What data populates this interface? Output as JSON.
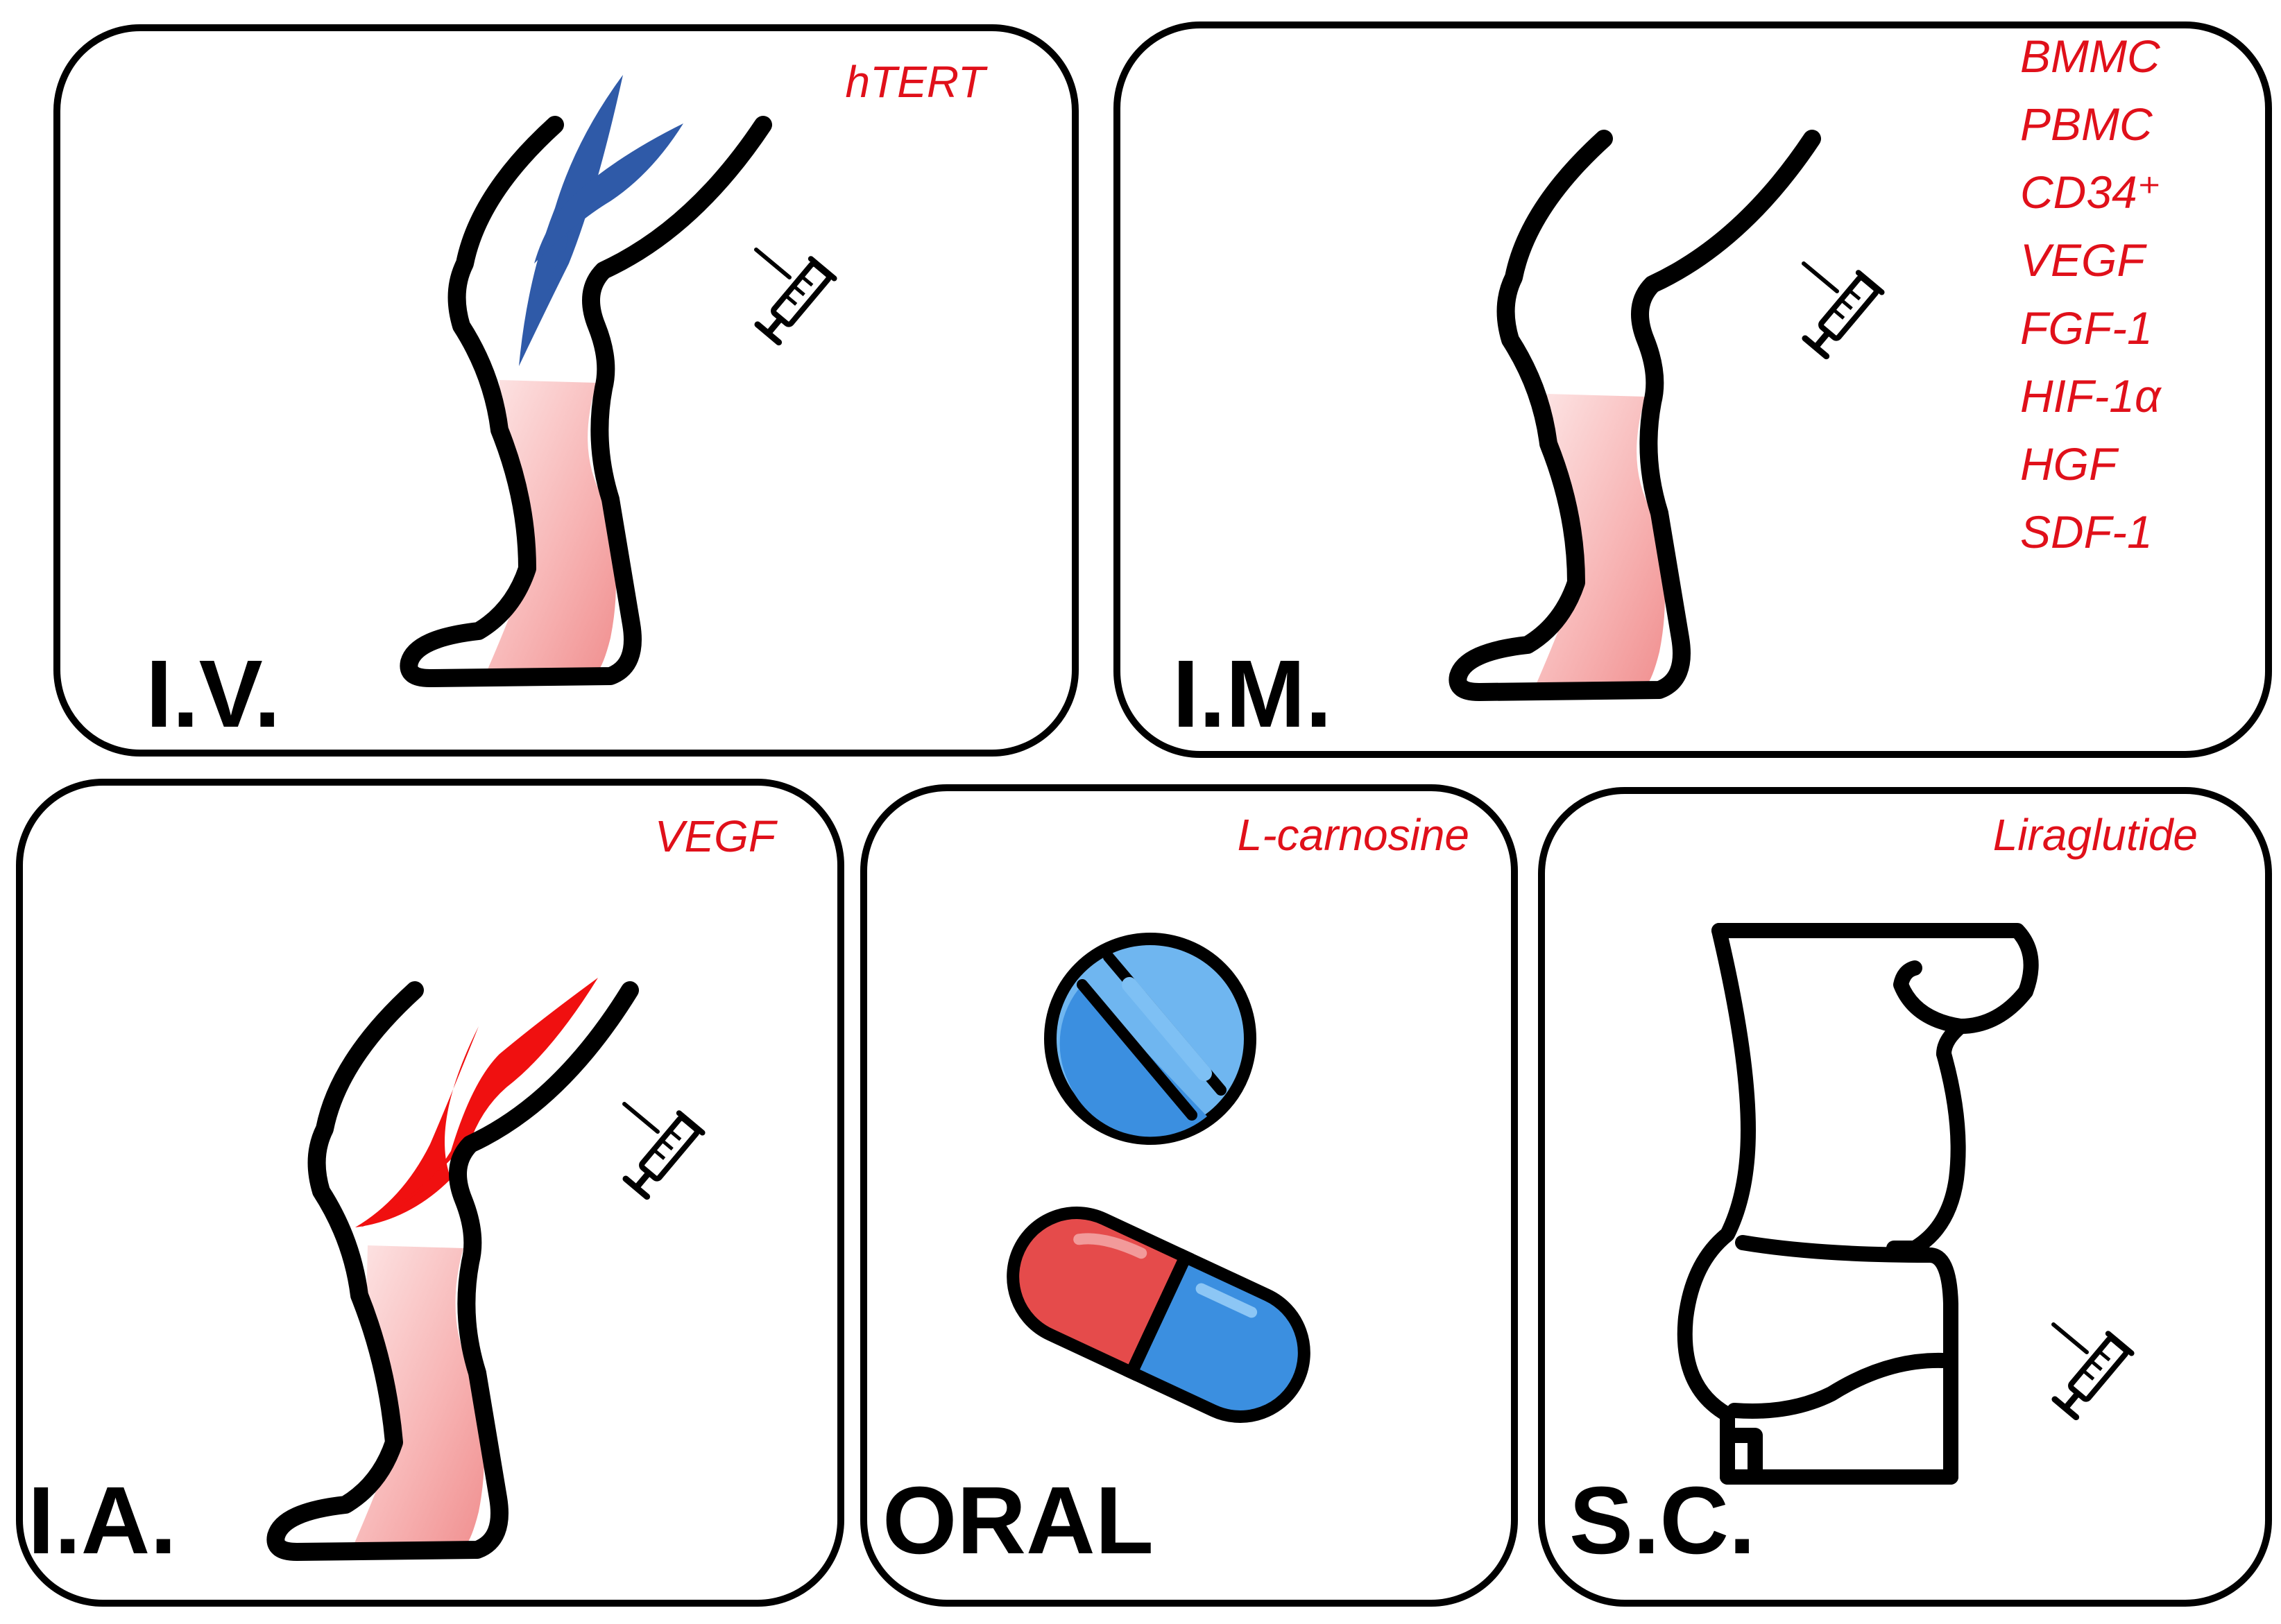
{
  "panels": [
    {
      "id": "iv",
      "route_label": "I.V.",
      "agents": [
        "hTERT"
      ]
    },
    {
      "id": "im",
      "route_label": "I.M.",
      "agents": [
        "BMMC",
        "PBMC",
        "CD34⁺",
        "VEGF",
        "FGF-1",
        "HIF-1α",
        "HGF",
        "SDF-1"
      ]
    },
    {
      "id": "ia",
      "route_label": "I.A.",
      "agents": [
        "VEGF"
      ]
    },
    {
      "id": "oral",
      "route_label": "ORAL",
      "agents": [
        "L-carnosine"
      ]
    },
    {
      "id": "sc",
      "route_label": "S.C.",
      "agents": [
        "Liraglutide"
      ]
    }
  ],
  "icons": {
    "syringe": "syringe-icon",
    "leg": "leg-outline-icon",
    "pill": "pill-tablet-icon",
    "capsule": "capsule-icon",
    "torso": "abdomen-torso-icon",
    "vein": "vein-icon",
    "artery": "artery-icon"
  },
  "colors": {
    "agent_text": "#e0101a",
    "vein": "#2f5aa8",
    "artery": "#f01010",
    "leg_fill": "#f6b8b8",
    "tablet": "#5aa9ec",
    "capsule_red": "#e54b4b",
    "capsule_blue": "#3b8fe0"
  }
}
